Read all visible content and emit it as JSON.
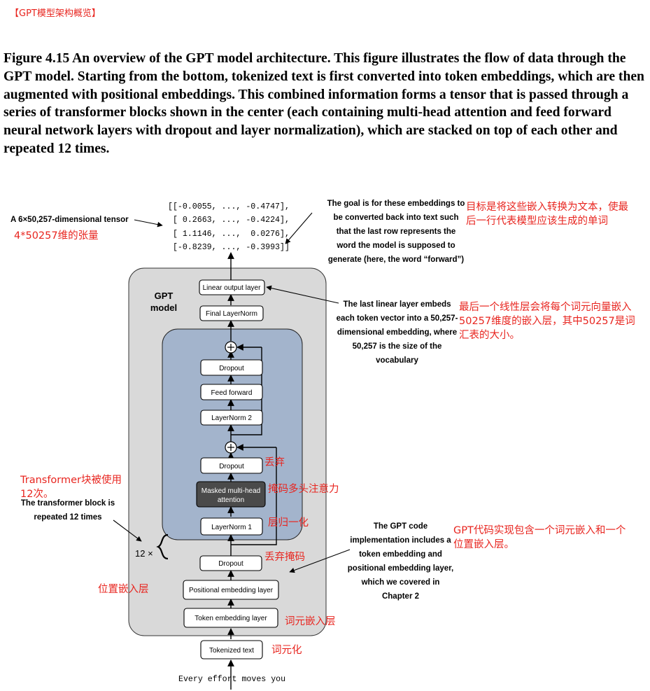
{
  "header": "【GPT模型架构概览】",
  "caption": "Figure 4.15 An overview of the GPT model architecture. This figure illustrates the flow of data through the GPT model. Starting from the bottom, tokenized text is first converted into token embeddings, which are then augmented with positional embeddings. This combined information forms a tensor that is passed through a series of transformer blocks shown in the center (each containing multi-head attention and feed forward neural network layers with dropout and layer normalization), which are stacked on top of each other and repeated 12 times.",
  "tensor_lines": [
    "[[-0.0055, ..., -0.4747],",
    " [ 0.2663, ..., -0.4224],",
    " [ 1.1146, ...,  0.0276],",
    " [-0.8239, ..., -0.3993]]"
  ],
  "input_text": "Every effort moves you",
  "model_title": [
    "GPT",
    "model"
  ],
  "repeat_label": "12 ×",
  "layers": {
    "linear_output": "Linear output layer",
    "final_layernorm": "Final LayerNorm",
    "dropout_top": "Dropout",
    "feed_forward": "Feed forward",
    "layernorm2": "LayerNorm 2",
    "dropout_mid": "Dropout",
    "attention": [
      "Masked multi-head",
      "attention"
    ],
    "layernorm1": "LayerNorm 1",
    "dropout_emb": "Dropout",
    "positional": "Positional embedding layer",
    "token_emb": "Token embedding layer",
    "tokenized": "Tokenized text"
  },
  "notes": {
    "tensor": "A 6×50,257-dimensional tensor",
    "goal": [
      "The goal is for these embeddings to",
      "be converted back into text such",
      "that the last row represents the",
      "word the model is supposed to",
      "generate (here, the word “forward”)"
    ],
    "linear": [
      "The last linear layer embeds",
      "each token vector into a 50,257-",
      "dimensional embedding, where",
      "50,257 is the size of the",
      "vocabulary"
    ],
    "repeat": [
      "The transformer block is",
      "repeated 12 times"
    ],
    "code": [
      "The GPT code",
      "implementation includes a",
      "token embedding and",
      "positional embedding layer,",
      "which we covered in",
      "Chapter 2"
    ]
  },
  "cn": {
    "tensor": "4*50257维的张量",
    "goal": [
      "目标是将这些嵌入转换为文本，使最",
      "后一行代表模型应该生成的单词"
    ],
    "linear": [
      "最后一个线性层会将每个词元向量嵌入",
      "50257维度的嵌入层，其中50257是词",
      "汇表的大小。"
    ],
    "repeat": [
      "Transformer块被使用",
      "12次。"
    ],
    "dropout_mid": "丢弃",
    "attention": "掩码多头注意力",
    "layernorm1": "层归一化",
    "dropout_emb": "丢弃掩码",
    "code": [
      "GPT代码实现包含一个词元嵌入和一个",
      "位置嵌入层。"
    ],
    "positional": "位置嵌入层",
    "token_emb": "词元嵌入层",
    "tokenized": "词元化"
  },
  "colors": {
    "annotation_red": "#e8251f",
    "gpt_box": "#d9d9d9",
    "block_blue": "#a3b4cc",
    "attention_box": "#4a4a4a"
  }
}
